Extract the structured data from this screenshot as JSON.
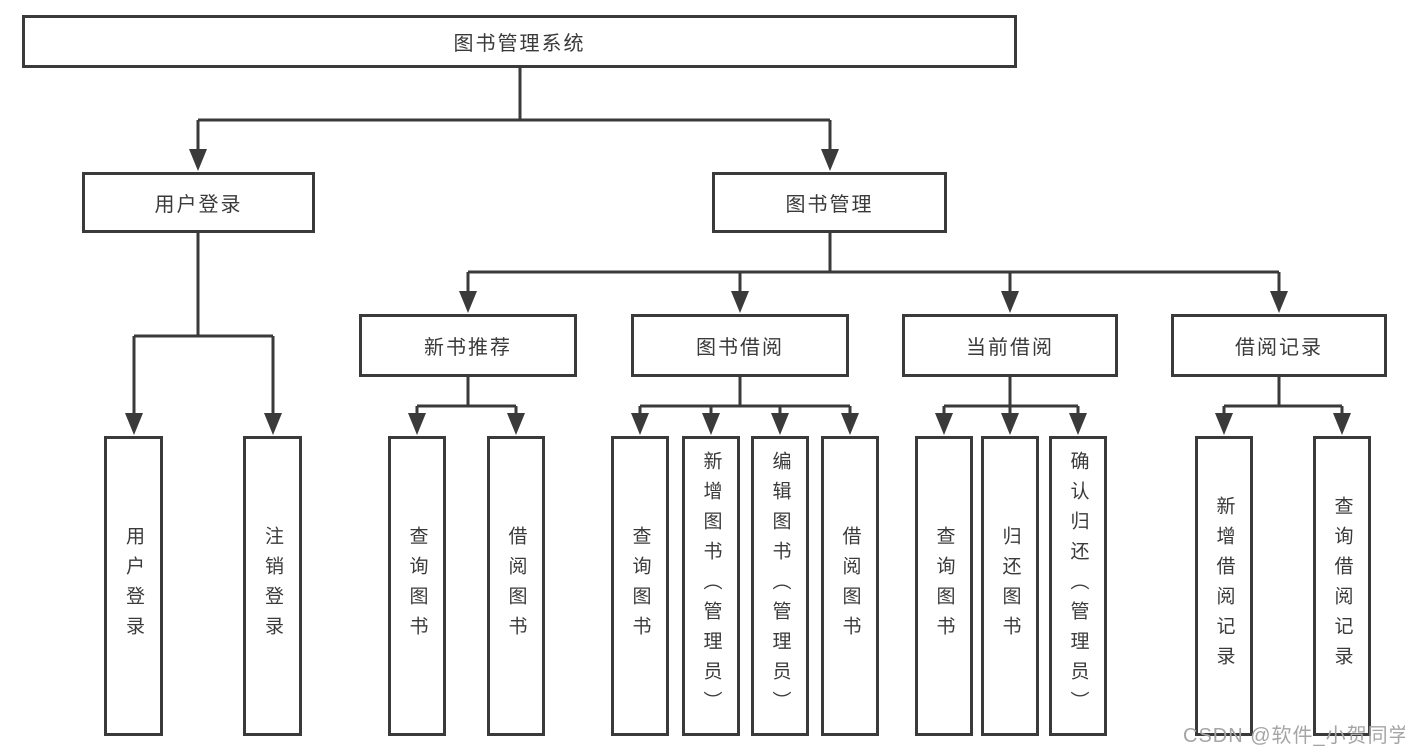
{
  "diagram": {
    "title": "图书管理系统",
    "root": {
      "label": "图书管理系统"
    },
    "level2": [
      {
        "id": "user-login",
        "label": "用户登录"
      },
      {
        "id": "book-management",
        "label": "图书管理"
      }
    ],
    "level3": [
      {
        "id": "new-book-recommend",
        "label": "新书推荐",
        "parent": "图书管理"
      },
      {
        "id": "book-borrow",
        "label": "图书借阅",
        "parent": "图书管理"
      },
      {
        "id": "current-borrow",
        "label": "当前借阅",
        "parent": "图书管理"
      },
      {
        "id": "borrow-records",
        "label": "借阅记录",
        "parent": "图书管理"
      }
    ],
    "leaves": [
      {
        "label": "用户登录",
        "parent": "用户登录"
      },
      {
        "label": "注销登录",
        "parent": "用户登录"
      },
      {
        "label": "查询图书",
        "parent": "新书推荐"
      },
      {
        "label": "借阅图书",
        "parent": "新书推荐"
      },
      {
        "label": "查询图书",
        "parent": "图书借阅"
      },
      {
        "label": "新增图书（管理员）",
        "parent": "图书借阅"
      },
      {
        "label": "编辑图书（管理员）",
        "parent": "图书借阅"
      },
      {
        "label": "借阅图书",
        "parent": "图书借阅"
      },
      {
        "label": "查询图书",
        "parent": "当前借阅"
      },
      {
        "label": "归还图书",
        "parent": "当前借阅"
      },
      {
        "label": "确认归还（管理员）",
        "parent": "当前借阅"
      },
      {
        "label": "新增借阅记录",
        "parent": "借阅记录"
      },
      {
        "label": "查询借阅记录",
        "parent": "借阅记录"
      }
    ],
    "watermark": "CSDN @软件_小贺同学",
    "colors": {
      "line": "#3a3a3a",
      "text": "#3a3a3a",
      "box_background": "#ffffff",
      "page_background": "#ffffff",
      "watermark": "#a5a5a5"
    }
  }
}
